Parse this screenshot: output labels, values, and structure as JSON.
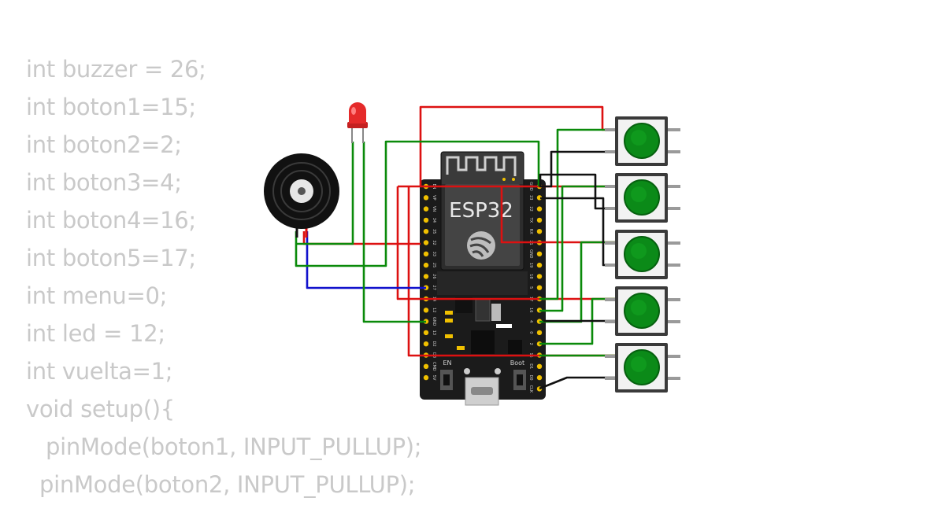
{
  "code_lines": [
    "int buzzer = 26;",
    "int boton1=15;",
    "int boton2=2;",
    "int boton3=4;",
    "int boton4=16;",
    "int boton5=17;",
    "int menu=0;",
    "int led = 12;",
    "int vuelta=1;",
    "void setup(){",
    "pinMode(boton1, INPUT_PULLUP);",
    "pinMode(boton2, INPUT_PULLUP);"
  ],
  "board": {
    "label": "ESP32",
    "en_label": "EN",
    "boot_label": "Boot",
    "left_pins": [
      "EN",
      "VP",
      "VN",
      "34",
      "35",
      "32",
      "33",
      "25",
      "26",
      "27",
      "14",
      "12",
      "GND",
      "13",
      "D2",
      "D3",
      "CMD",
      "5V"
    ],
    "right_pins": [
      "GND",
      "23",
      "22",
      "TX",
      "RX",
      "21",
      "GND",
      "19",
      "18",
      "5",
      "17",
      "16",
      "4",
      "0",
      "2",
      "15",
      "D1",
      "D0",
      "CLK"
    ]
  },
  "colors": {
    "wire_red": "#dd1111",
    "wire_green": "#0a8a0a",
    "wire_black": "#111111",
    "wire_blue": "#1111cc",
    "code_text": "#c9c9c9",
    "button_cap": "#0b8a18",
    "led": "#e52a2a"
  },
  "icons": [
    "buzzer-icon",
    "led-icon",
    "pushbutton-icon",
    "esp32-logo-icon",
    "wifi-antenna-icon"
  ]
}
